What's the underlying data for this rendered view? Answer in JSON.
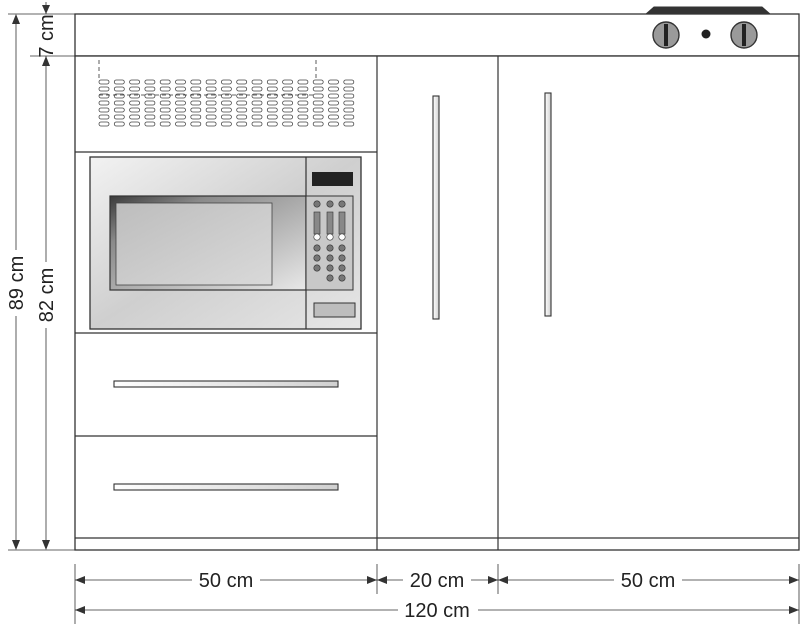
{
  "dimensions": {
    "top_height": "7 cm",
    "total_height": "89 cm",
    "body_height": "82 cm",
    "left_width": "50 cm",
    "middle_width": "20 cm",
    "right_width": "50 cm",
    "total_width": "120 cm"
  }
}
